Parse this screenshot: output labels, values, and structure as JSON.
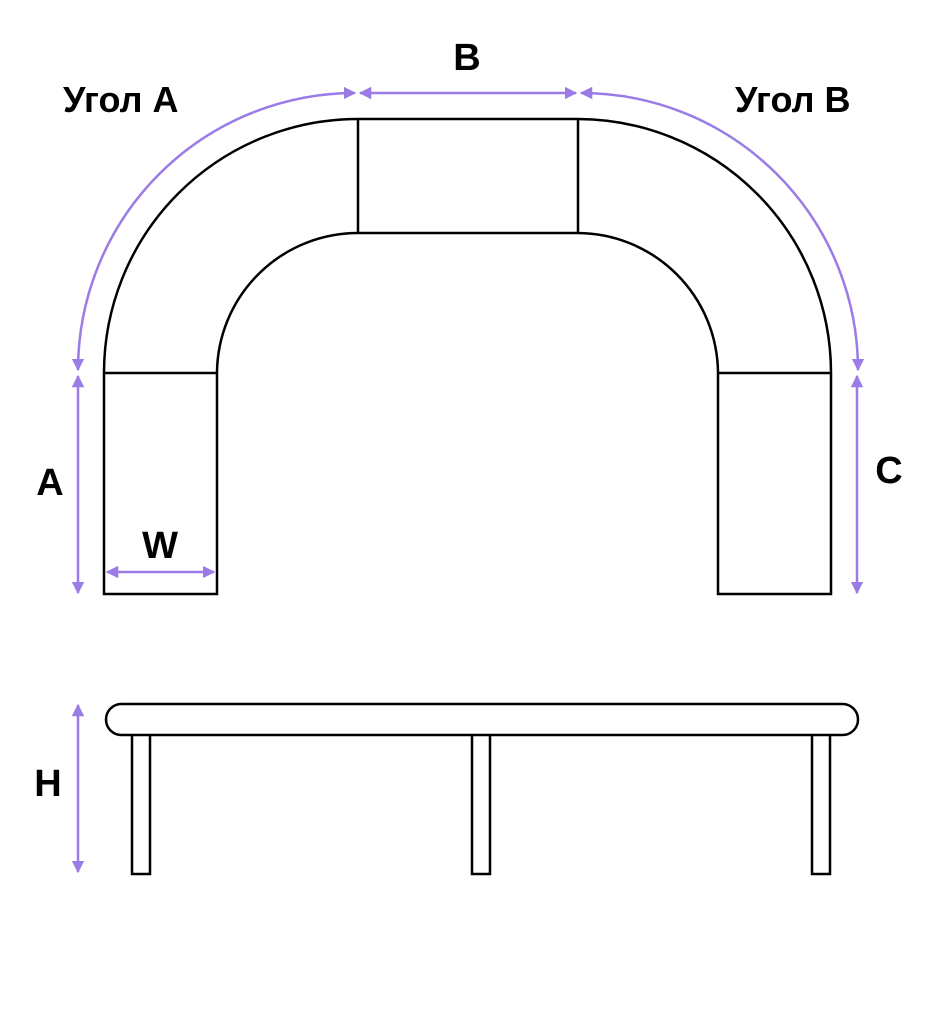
{
  "labels": {
    "corner_a": "Угол А",
    "corner_b": "Угол В",
    "b": "B",
    "a": "A",
    "c": "C",
    "w": "W",
    "h": "H"
  },
  "colors": {
    "outline": "#000000",
    "dimension": "#9b7be6",
    "background": "#ffffff"
  }
}
